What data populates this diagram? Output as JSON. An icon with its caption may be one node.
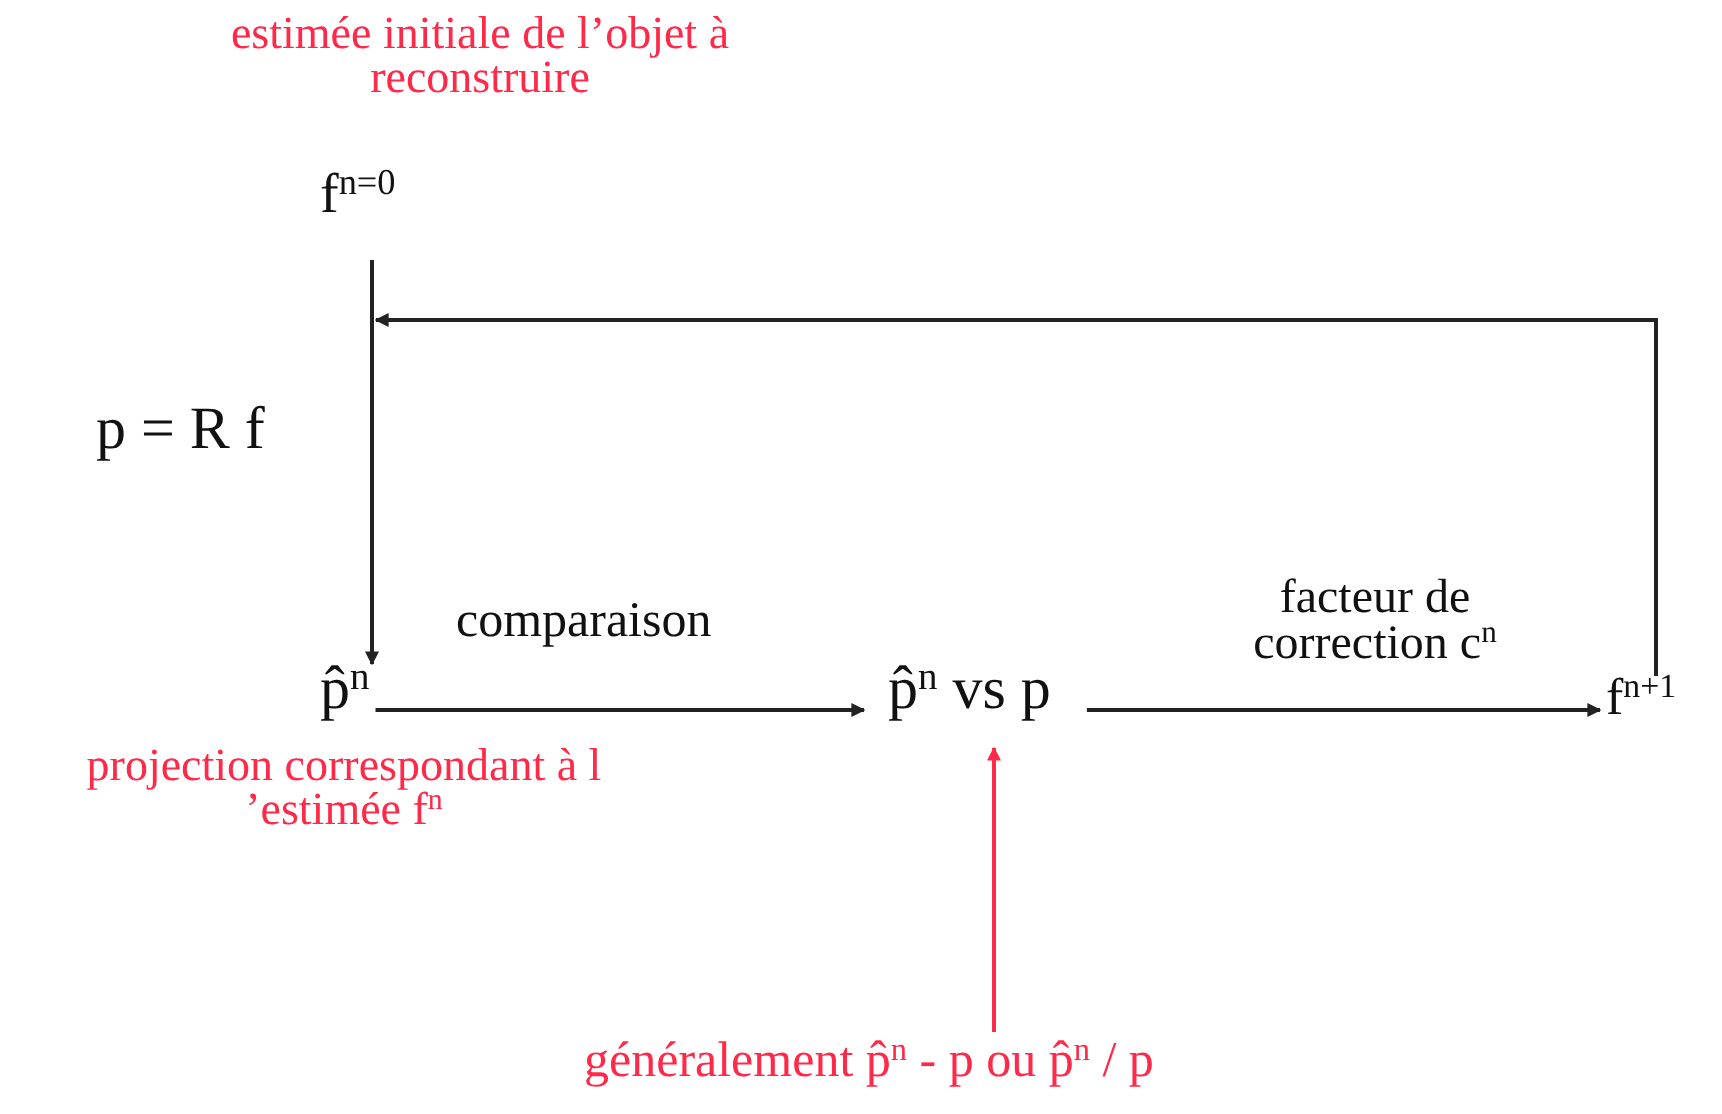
{
  "diagram": {
    "nodes": [
      {
        "text": [
          "f$^{n=0}$"
        ],
        "beside": [
          "estimée initiale de l’objet à reconstruire"
        ]
      },
      {
        "text": [
          "p̂$^{n}$"
        ],
        "beside": [
          "projection correspondant à l ’estimée f$^{n}$"
        ]
      },
      {
        "text": [
          "p̂$^{n}$ vs p"
        ]
      },
      {
        "text": [
          "f$^{n+1}$"
        ]
      },
      {
        "text": [
          "généralement p̂$^{n}$ - p ou p̂$^{n}$ / p"
        ]
      }
    ],
    "edges": [
      {
        "from": 0,
        "to": 1,
        "arrow": "to",
        "label": "p = R f"
      },
      {
        "from": 1,
        "to": 2,
        "arrow": "to",
        "label": "comparaison"
      },
      {
        "from": 2,
        "to": 3,
        "arrow": "to",
        "label": "facteur de correction c$^{n}$"
      },
      {
        "from": 3,
        "to": null,
        "arrow": "to"
      },
      {
        "from": 4,
        "to": 2,
        "arrow": "to",
        "color": "#ff2a4a"
      }
    ]
  }
}
